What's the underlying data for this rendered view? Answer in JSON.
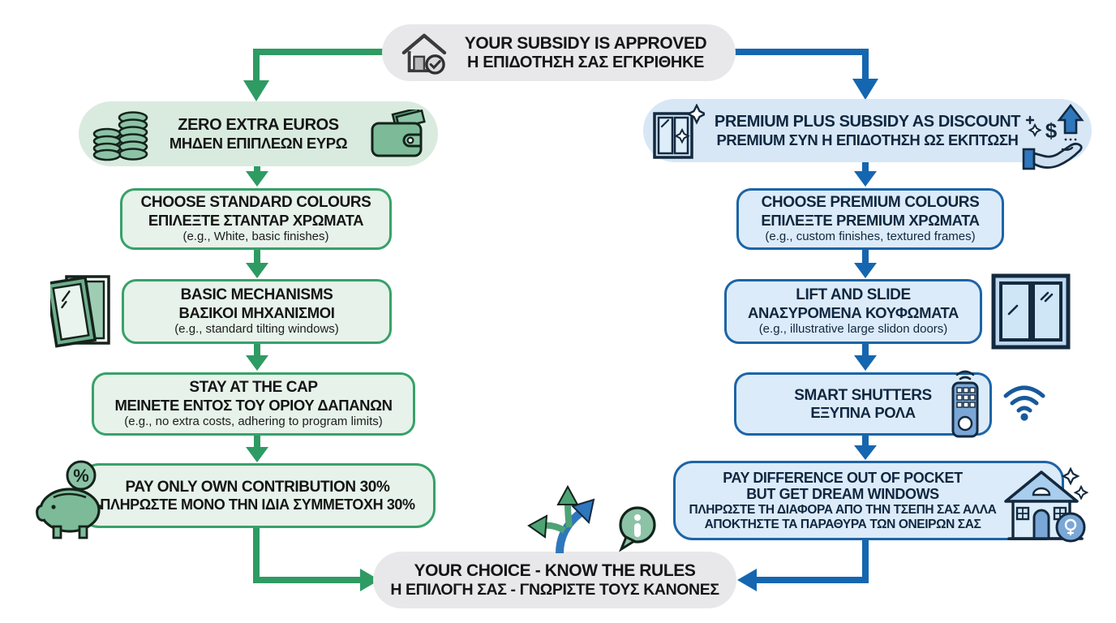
{
  "colors": {
    "green_arrow": "#2e9b63",
    "green_border": "#38a169",
    "green_box_fill": "#e6f2ea",
    "green_pill_fill": "#d9ebdf",
    "blue_arrow": "#1566b0",
    "blue_border": "#1c64a8",
    "blue_box_fill": "#dcebf9",
    "blue_pill_fill": "#d7e7f6",
    "gray_pill_fill": "#e8e8ea"
  },
  "root": {
    "line1": "YOUR SUBSIDY IS APPROVED",
    "line2": "Η ΕΠΙΔΟΤΗΣΗ ΣΑΣ ΕΓΚΡΙΘΗΚΕ",
    "icon": "house-approved-icon"
  },
  "left": {
    "nodes": [
      {
        "line1": "ZERO EXTRA EUROS",
        "line2": "ΜΗΔΕΝ ΕΠΙΠΛΕΩΝ ΕΥΡΩ",
        "icons": [
          "coins-icon",
          "wallet-icon"
        ]
      },
      {
        "line1": "CHOOSE STANDARD COLOURS",
        "line2": "ΕΠΙΛΕΞΤΕ ΣΤΑΝΤΑΡ ΧΡΩΜΑΤΑ",
        "note": "(e.g., White, basic finishes)"
      },
      {
        "line1": "BASIC MECHANISMS",
        "line2": "ΒΑΣΙΚΟΙ ΜΗΧΑΝΙΣΜΟΙ",
        "note": "(e.g., standard tilting windows)",
        "icons": [
          "tilting-window-icon"
        ]
      },
      {
        "line1": "STAY AT THE CAP",
        "line2": "ΜΕΙΝΕΤΕ ΕΝΤΟΣ ΤΟΥ ΟΡΙΟΥ ΔΑΠΑΝΩΝ",
        "note": "(e.g., no extra costs, adhering to program limits)"
      },
      {
        "line1": "PAY ONLY OWN CONTRIBUTION 30%",
        "line2": "ΠΛΗΡΩΣΤΕ ΜΟΝΟ ΤΗΝ ΙΔΙΑ ΣΥΜΜΕΤΟΧΗ 30%",
        "icons": [
          "piggy-bank-icon"
        ]
      }
    ]
  },
  "right": {
    "nodes": [
      {
        "line1": "PREMIUM PLUS SUBSIDY AS DISCOUNT",
        "line2": "PREMIUM ΣΥΝ Η ΕΠΙΔΟΤΗΣΗ ΩΣ ΕΚΠΤΩΣΗ",
        "icons": [
          "sparkle-window-icon",
          "hand-money-icon"
        ]
      },
      {
        "line1": "CHOOSE PREMIUM COLOURS",
        "line2": "ΕΠΙΛΕΞΤΕ PREMIUM ΧΡΩΜΑΤΑ",
        "note": "(e.g., custom finishes, textured frames)"
      },
      {
        "line1": "LIFT AND SLIDE",
        "line2": "ΑΝΑΣΥΡΟΜΕΝΑ ΚΟΥΦΩΜΑΤΑ",
        "note": "(e.g., illustrative large slidon doors)",
        "icons": [
          "sliding-door-icon"
        ]
      },
      {
        "line1": "SMART SHUTTERS",
        "line2": "ΕΞΥΠΝΑ ΡΟΛΑ",
        "icons": [
          "remote-control-icon",
          "wifi-icon"
        ]
      },
      {
        "line1": "PAY DIFFERENCE OUT OF POCKET",
        "line2": "BUT GET DREAM WINDOWS",
        "line3": "ΠΛΗΡΩΣΤΕ ΤΗ ΔΙΑΦΟΡΑ ΑΠΟ ΤΗΝ ΤΣΕΠΗ ΣΑΣ ΑΛΛΑ",
        "line4": "ΑΠΟΚΤΗΣΤΕ ΤΑ ΠΑΡΑΘΥΡΑ ΤΩΝ ΟΝΕΙΡΩΝ ΣΑΣ",
        "icons": [
          "dream-house-icon"
        ]
      }
    ]
  },
  "footer": {
    "line1": "YOUR CHOICE - KNOW THE RULES",
    "line2": "Η ΕΠΙΛΟΓΗ ΣΑΣ - ΓΝΩΡΙΣΤΕ ΤΟΥΣ ΚΑΝΟΝΕΣ",
    "icons": [
      "branching-arrows-icon",
      "info-bubble-icon"
    ]
  }
}
